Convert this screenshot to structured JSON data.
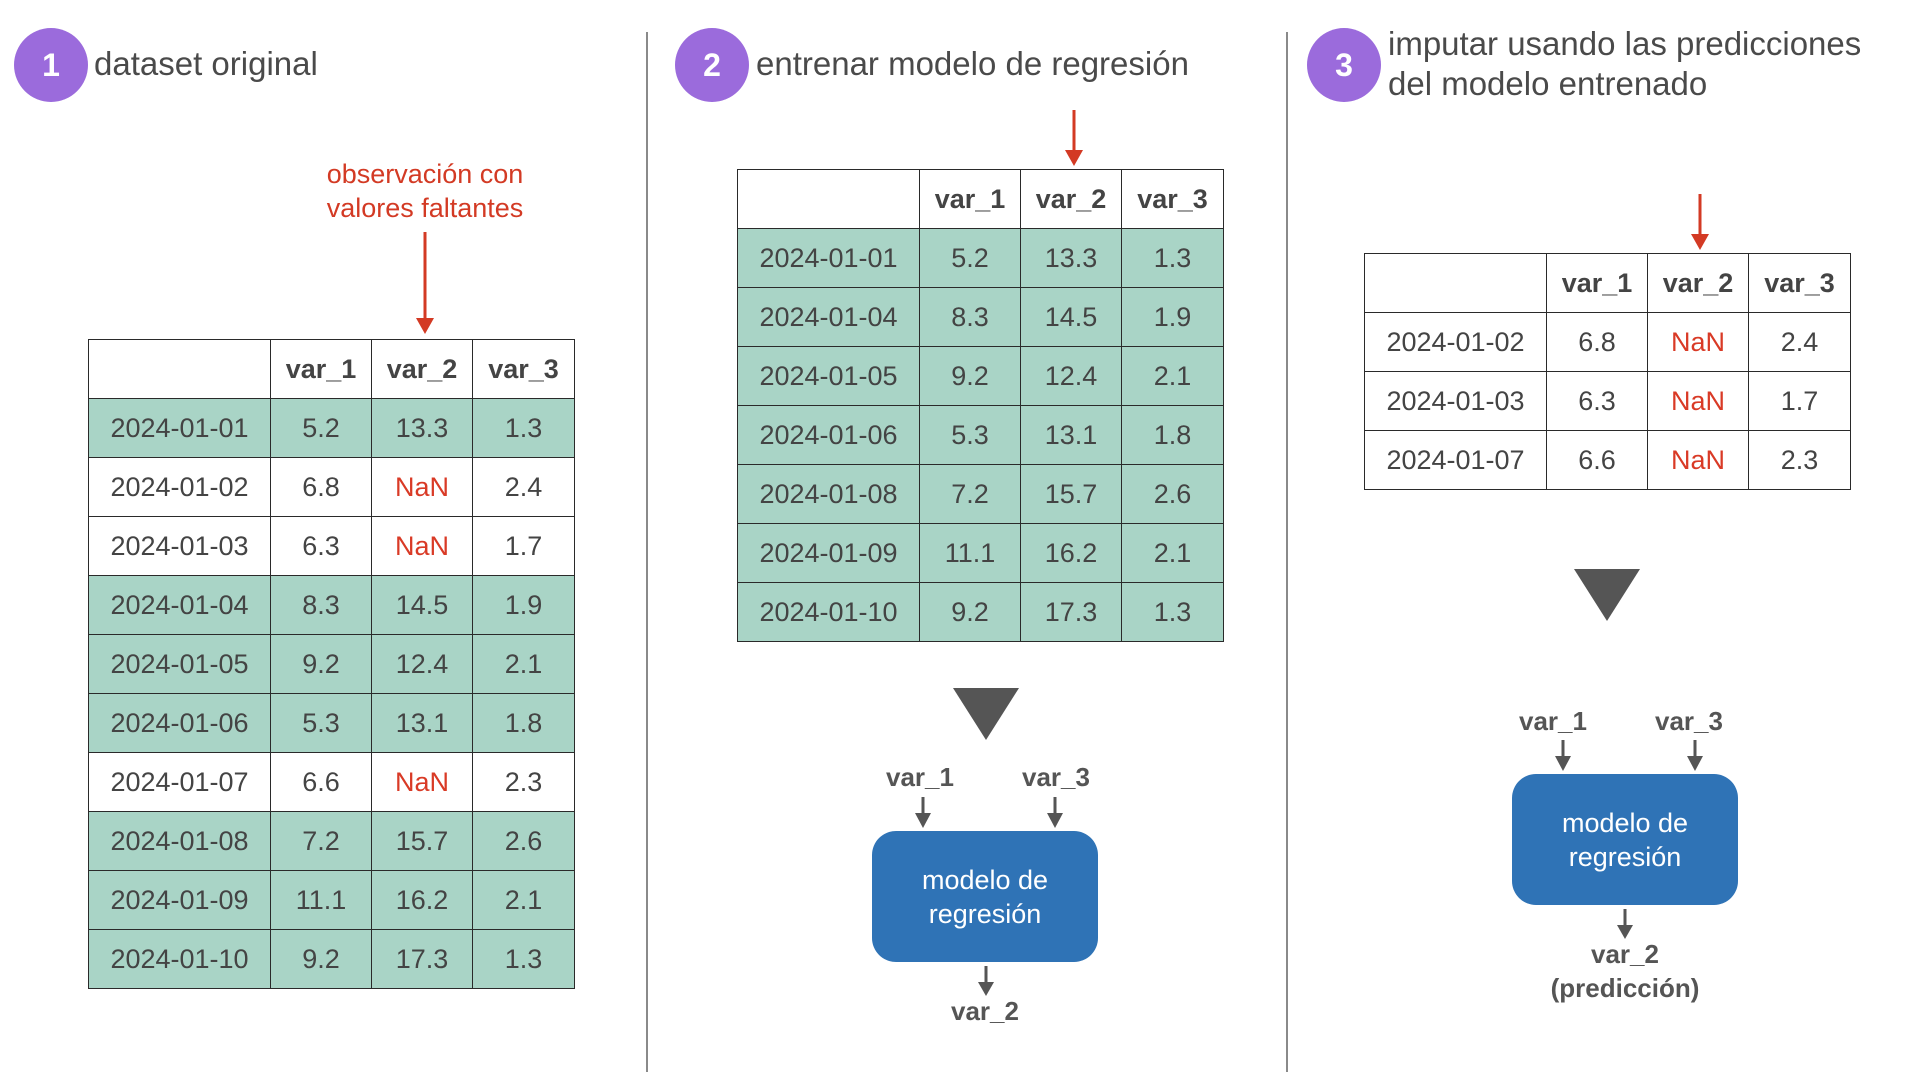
{
  "steps": [
    {
      "number": "1",
      "title": "dataset original"
    },
    {
      "number": "2",
      "title": "entrenar modelo de regresión"
    },
    {
      "number": "3",
      "title_line1": "imputar usando las predicciones",
      "title_line2": "del modelo entrenado"
    }
  ],
  "annotation": {
    "line1": "observación con",
    "line2": "valores faltantes"
  },
  "columns": [
    "var_1",
    "var_2",
    "var_3"
  ],
  "original_table": [
    {
      "date": "2024-01-01",
      "var_1": "5.2",
      "var_2": "13.3",
      "var_3": "1.3",
      "missing": false
    },
    {
      "date": "2024-01-02",
      "var_1": "6.8",
      "var_2": "NaN",
      "var_3": "2.4",
      "missing": true
    },
    {
      "date": "2024-01-03",
      "var_1": "6.3",
      "var_2": "NaN",
      "var_3": "1.7",
      "missing": true
    },
    {
      "date": "2024-01-04",
      "var_1": "8.3",
      "var_2": "14.5",
      "var_3": "1.9",
      "missing": false
    },
    {
      "date": "2024-01-05",
      "var_1": "9.2",
      "var_2": "12.4",
      "var_3": "2.1",
      "missing": false
    },
    {
      "date": "2024-01-06",
      "var_1": "5.3",
      "var_2": "13.1",
      "var_3": "1.8",
      "missing": false
    },
    {
      "date": "2024-01-07",
      "var_1": "6.6",
      "var_2": "NaN",
      "var_3": "2.3",
      "missing": true
    },
    {
      "date": "2024-01-08",
      "var_1": "7.2",
      "var_2": "15.7",
      "var_3": "2.6",
      "missing": false
    },
    {
      "date": "2024-01-09",
      "var_1": "11.1",
      "var_2": "16.2",
      "var_3": "2.1",
      "missing": false
    },
    {
      "date": "2024-01-10",
      "var_1": "9.2",
      "var_2": "17.3",
      "var_3": "1.3",
      "missing": false
    }
  ],
  "train_table": [
    {
      "date": "2024-01-01",
      "var_1": "5.2",
      "var_2": "13.3",
      "var_3": "1.3",
      "missing": false
    },
    {
      "date": "2024-01-04",
      "var_1": "8.3",
      "var_2": "14.5",
      "var_3": "1.9",
      "missing": false
    },
    {
      "date": "2024-01-05",
      "var_1": "9.2",
      "var_2": "12.4",
      "var_3": "2.1",
      "missing": false
    },
    {
      "date": "2024-01-06",
      "var_1": "5.3",
      "var_2": "13.1",
      "var_3": "1.8",
      "missing": false
    },
    {
      "date": "2024-01-08",
      "var_1": "7.2",
      "var_2": "15.7",
      "var_3": "2.6",
      "missing": false
    },
    {
      "date": "2024-01-09",
      "var_1": "11.1",
      "var_2": "16.2",
      "var_3": "2.1",
      "missing": false
    },
    {
      "date": "2024-01-10",
      "var_1": "9.2",
      "var_2": "17.3",
      "var_3": "1.3",
      "missing": false
    }
  ],
  "impute_table": [
    {
      "date": "2024-01-02",
      "var_1": "6.8",
      "var_2": "NaN",
      "var_3": "2.4",
      "missing": true
    },
    {
      "date": "2024-01-03",
      "var_1": "6.3",
      "var_2": "NaN",
      "var_3": "1.7",
      "missing": true
    },
    {
      "date": "2024-01-07",
      "var_1": "6.6",
      "var_2": "NaN",
      "var_3": "2.3",
      "missing": true
    }
  ],
  "train_model": {
    "input_left": "var_1",
    "input_right": "var_3",
    "box_line1": "modelo de",
    "box_line2": "regresión",
    "output": "var_2"
  },
  "impute_model": {
    "input_left": "var_1",
    "input_right": "var_3",
    "box_line1": "modelo de",
    "box_line2": "regresión",
    "output_line1": "var_2",
    "output_line2": "(predicción)"
  },
  "colors": {
    "complete_row": "#a9d4c6",
    "nan_text": "#d93a26",
    "step_circle": "#9b6bdc",
    "model_box": "#2f73b6",
    "arrow_red": "#d33a24",
    "arrow_gray": "#555555"
  }
}
